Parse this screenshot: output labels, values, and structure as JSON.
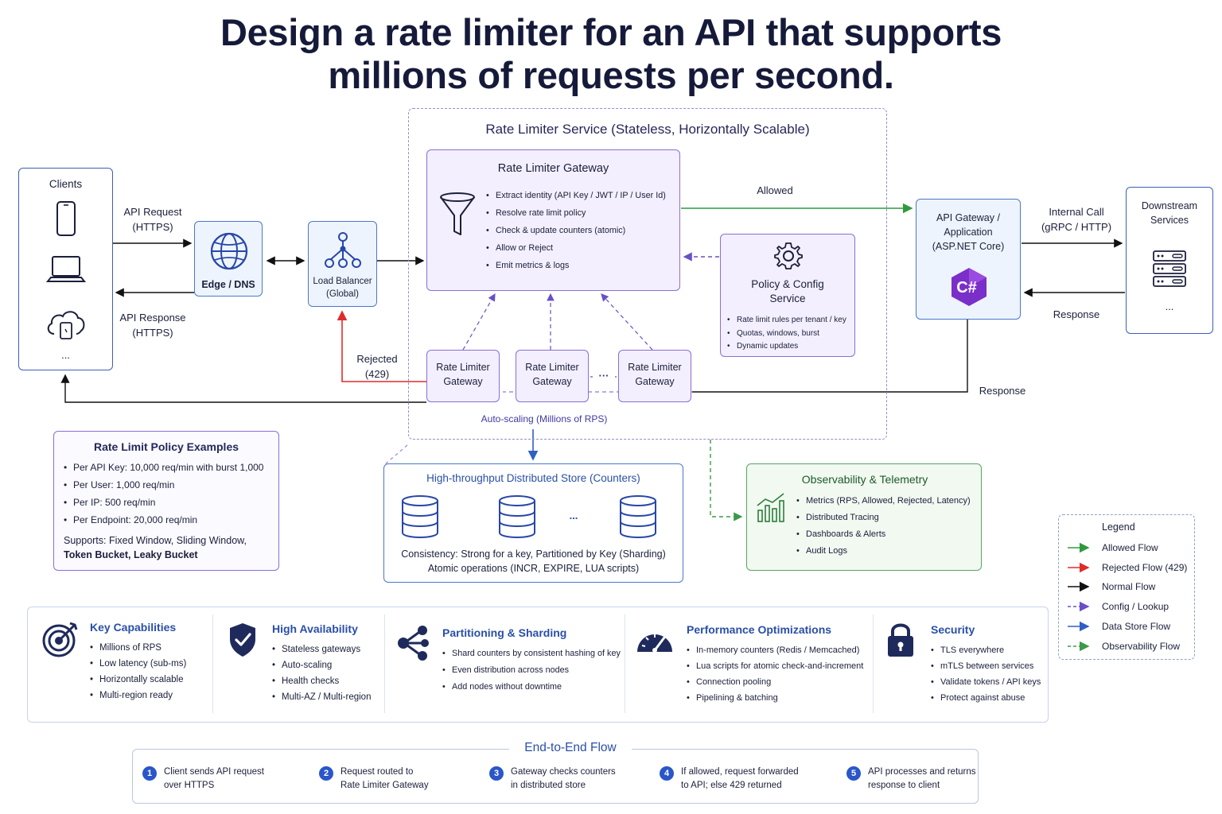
{
  "title": {
    "line1": "Design a rate limiter for an API that supports",
    "line2": "millions of requests per second."
  },
  "clients": {
    "label": "Clients",
    "more": "..."
  },
  "edges": {
    "api_request": "API Request",
    "api_request_proto": "(HTTPS)",
    "api_response": "API Response",
    "api_response_proto": "(HTTPS)",
    "rejected": "Rejected",
    "rejected_code": "(429)",
    "allowed": "Allowed",
    "internal_call": "Internal Call",
    "internal_call_proto": "(gRPC / HTTP)",
    "response_right": "Response",
    "response_bottom": "Response"
  },
  "edge_dns": {
    "label": "Edge / DNS"
  },
  "load_balancer": {
    "line1": "Load Balancer",
    "line2": "(Global)"
  },
  "service": {
    "title": "Rate Limiter Service (Stateless, Horizontally Scalable)",
    "autoscale": "Auto-scaling (Millions of RPS)"
  },
  "gateway": {
    "title": "Rate Limiter Gateway",
    "items": [
      "Extract identity (API Key / JWT / IP / User Id)",
      "Resolve rate limit policy",
      "Check & update counters (atomic)",
      "Allow or Reject",
      "Emit metrics & logs"
    ]
  },
  "gateway_replicas": [
    {
      "line1": "Rate Limiter",
      "line2": "Gateway"
    },
    {
      "line1": "Rate Limiter",
      "line2": "Gateway"
    },
    {
      "line1": "Rate Limiter",
      "line2": "Gateway"
    }
  ],
  "policy": {
    "title1": "Policy & Config",
    "title2": "Service",
    "items": [
      "Rate limit rules per tenant / key",
      "Quotas, windows, burst",
      "Dynamic updates"
    ]
  },
  "api_gateway": {
    "line1": "API Gateway /",
    "line2": "Application",
    "line3": "(ASP.NET Core)",
    "logo_text": "C#"
  },
  "downstream": {
    "line1": "Downstream",
    "line2": "Services",
    "more": "..."
  },
  "policy_examples": {
    "title": "Rate Limit Policy Examples",
    "items": [
      "Per API Key: 10,000 req/min with burst 1,000",
      "Per User: 1,000 req/min",
      "Per IP: 500 req/min",
      "Per Endpoint: 20,000 req/min"
    ],
    "supports1": "Supports: Fixed Window, Sliding Window,",
    "supports2": "Token Bucket, Leaky Bucket"
  },
  "store": {
    "title": "High-throughput Distributed Store (Counters)",
    "dots": "...",
    "line1": "Consistency: Strong for a key, Partitioned by Key (Sharding)",
    "line2": "Atomic operations (INCR, EXPIRE, LUA scripts)"
  },
  "observability": {
    "title": "Observability & Telemetry",
    "items": [
      "Metrics (RPS, Allowed, Rejected, Latency)",
      "Distributed Tracing",
      "Dashboards & Alerts",
      "Audit Logs"
    ]
  },
  "legend": {
    "title": "Legend",
    "items": [
      {
        "label": "Allowed Flow",
        "color": "#2e9a3e",
        "style": "solid"
      },
      {
        "label": "Rejected Flow (429)",
        "color": "#e02b2b",
        "style": "solid"
      },
      {
        "label": "Normal Flow",
        "color": "#111111",
        "style": "solid"
      },
      {
        "label": "Config / Lookup",
        "color": "#6a4fc9",
        "style": "dashed"
      },
      {
        "label": "Data Store Flow",
        "color": "#2f5fc4",
        "style": "solid"
      },
      {
        "label": "Observability Flow",
        "color": "#3c9a48",
        "style": "dashed"
      }
    ]
  },
  "capabilities": [
    {
      "title": "Key Capabilities",
      "icon": "target-icon",
      "items": [
        "Millions of RPS",
        "Low latency (sub-ms)",
        "Horizontally scalable",
        "Multi-region ready"
      ]
    },
    {
      "title": "High Availability",
      "icon": "shield-check-icon",
      "items": [
        "Stateless gateways",
        "Auto-scaling",
        "Health checks",
        "Multi-AZ / Multi-region"
      ]
    },
    {
      "title": "Partitioning & Sharding",
      "icon": "share-nodes-icon",
      "items": [
        "Shard counters by consistent hashing of key",
        "Even distribution across nodes",
        "Add nodes without downtime"
      ]
    },
    {
      "title": "Performance Optimizations",
      "icon": "speedometer-icon",
      "items": [
        "In-memory counters (Redis / Memcached)",
        "Lua scripts for atomic check-and-increment",
        "Connection pooling",
        "Pipelining & batching"
      ]
    },
    {
      "title": "Security",
      "icon": "padlock-icon",
      "items": [
        "TLS everywhere",
        "mTLS between services",
        "Validate tokens / API keys",
        "Protect against abuse"
      ]
    }
  ],
  "flow": {
    "title": "End-to-End Flow",
    "steps": [
      {
        "num": "1",
        "line1": "Client sends API request",
        "line2": "over HTTPS"
      },
      {
        "num": "2",
        "line1": "Request routed to",
        "line2": "Rate Limiter Gateway"
      },
      {
        "num": "3",
        "line1": "Gateway checks counters",
        "line2": "in distributed store"
      },
      {
        "num": "4",
        "line1": "If allowed, request forwarded",
        "line2": "to API; else 429 returned"
      },
      {
        "num": "5",
        "line1": "API processes and returns",
        "line2": "response to client"
      }
    ]
  }
}
